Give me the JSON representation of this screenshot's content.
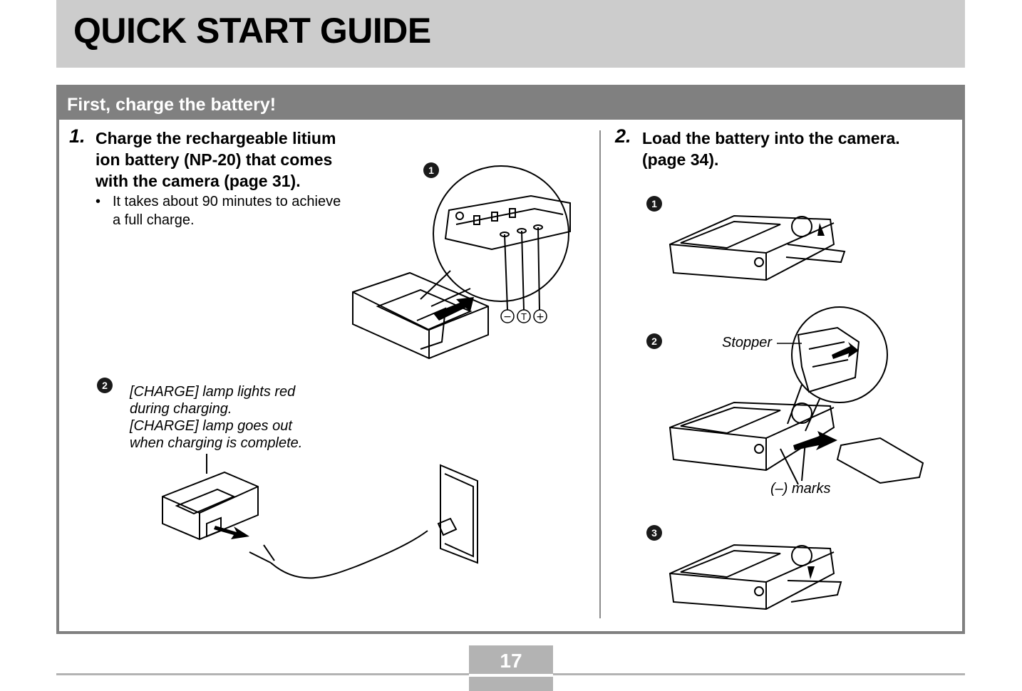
{
  "header": {
    "title": "QUICK START GUIDE"
  },
  "section": {
    "title": "First, charge the battery!"
  },
  "step1": {
    "number": "1.",
    "lines": [
      "Charge the rechargeable litium",
      "ion battery (NP-20) that comes",
      "with the camera (page 31)."
    ],
    "bullet_lines": [
      "It takes about 90 minutes to achieve",
      "a full charge."
    ],
    "badge1": "1",
    "badge2": "2",
    "terminals": [
      "−",
      "T",
      "+"
    ],
    "caption_lines": [
      "[CHARGE] lamp lights red",
      "during charging.",
      "[CHARGE] lamp goes out",
      "when charging is complete."
    ]
  },
  "step2": {
    "number": "2.",
    "lines": [
      "Load the battery into the camera.",
      "(page 34)."
    ],
    "badge1": "1",
    "badge2": "2",
    "badge3": "3",
    "stopper_label": "Stopper",
    "marks_label": "(–) marks"
  },
  "footer": {
    "page": "17"
  }
}
